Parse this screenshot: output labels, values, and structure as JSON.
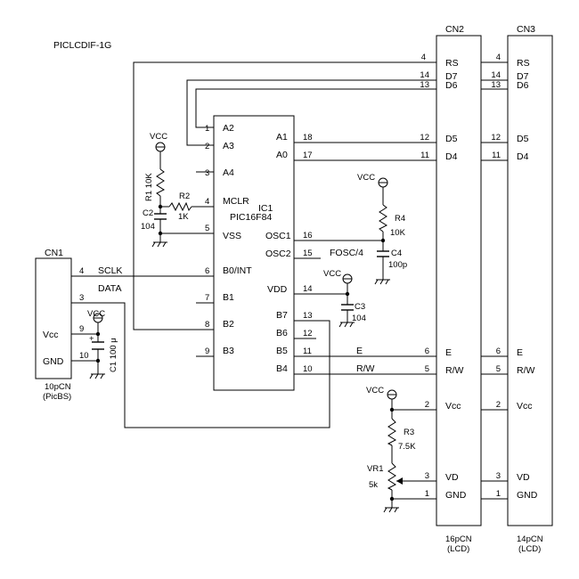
{
  "title": "PICLCDIF-1G",
  "ic1": {
    "ref": "IC1",
    "part": "PIC16F84",
    "pins": [
      {
        "num": "1",
        "name": "A2"
      },
      {
        "num": "2",
        "name": "A3"
      },
      {
        "num": "3",
        "name": "A4"
      },
      {
        "num": "4",
        "name": "MCLR"
      },
      {
        "num": "5",
        "name": "VSS"
      },
      {
        "num": "6",
        "name": "B0/INT"
      },
      {
        "num": "7",
        "name": "B1"
      },
      {
        "num": "8",
        "name": "B2"
      },
      {
        "num": "9",
        "name": "B3"
      },
      {
        "num": "18",
        "name": "A1"
      },
      {
        "num": "17",
        "name": "A0"
      },
      {
        "num": "16",
        "name": "OSC1"
      },
      {
        "num": "15",
        "name": "OSC2"
      },
      {
        "num": "14",
        "name": "VDD"
      },
      {
        "num": "13",
        "name": "B7"
      },
      {
        "num": "12",
        "name": "B6"
      },
      {
        "num": "11",
        "name": "B5"
      },
      {
        "num": "10",
        "name": "B4"
      }
    ]
  },
  "cn1": {
    "ref": "CN1",
    "desc1": "10pCN",
    "desc2": "(PicBS)",
    "pins": [
      {
        "num": "4",
        "name": "SCLK"
      },
      {
        "num": "3",
        "name": "DATA"
      },
      {
        "num": "9",
        "name": "Vcc"
      },
      {
        "num": "10",
        "name": "GND"
      }
    ]
  },
  "cn2": {
    "ref": "CN2",
    "desc1": "16pCN",
    "desc2": "(LCD)",
    "pins": [
      {
        "num": "4",
        "name": "RS"
      },
      {
        "num": "14",
        "name": "D7"
      },
      {
        "num": "13",
        "name": "D6"
      },
      {
        "num": "12",
        "name": "D5"
      },
      {
        "num": "11",
        "name": "D4"
      },
      {
        "num": "6",
        "name": "E"
      },
      {
        "num": "5",
        "name": "R/W"
      },
      {
        "num": "2",
        "name": "Vcc"
      },
      {
        "num": "3",
        "name": "VD"
      },
      {
        "num": "1",
        "name": "GND"
      }
    ]
  },
  "cn3": {
    "ref": "CN3",
    "desc1": "14pCN",
    "desc2": "(LCD)",
    "pins": [
      {
        "num": "4",
        "name": "RS"
      },
      {
        "num": "14",
        "name": "D7"
      },
      {
        "num": "13",
        "name": "D6"
      },
      {
        "num": "12",
        "name": "D5"
      },
      {
        "num": "11",
        "name": "D4"
      },
      {
        "num": "6",
        "name": "E"
      },
      {
        "num": "5",
        "name": "R/W"
      },
      {
        "num": "2",
        "name": "Vcc"
      },
      {
        "num": "3",
        "name": "VD"
      },
      {
        "num": "1",
        "name": "GND"
      }
    ]
  },
  "parts": {
    "r1": "R1 10K",
    "r2": "R2",
    "r2_val": "1K",
    "c2": "C2",
    "c2_val": "104",
    "r4": "R4",
    "r4_val": "10K",
    "c4": "C4",
    "c4_val": "100p",
    "fosc": "FOSC/4",
    "c3": "C3",
    "c3_val": "104",
    "r3": "R3",
    "r3_val": "7.5K",
    "vr1": "VR1",
    "vr1_val": "5k",
    "c1": "C1 100 μ"
  },
  "vcc_label": "VCC"
}
